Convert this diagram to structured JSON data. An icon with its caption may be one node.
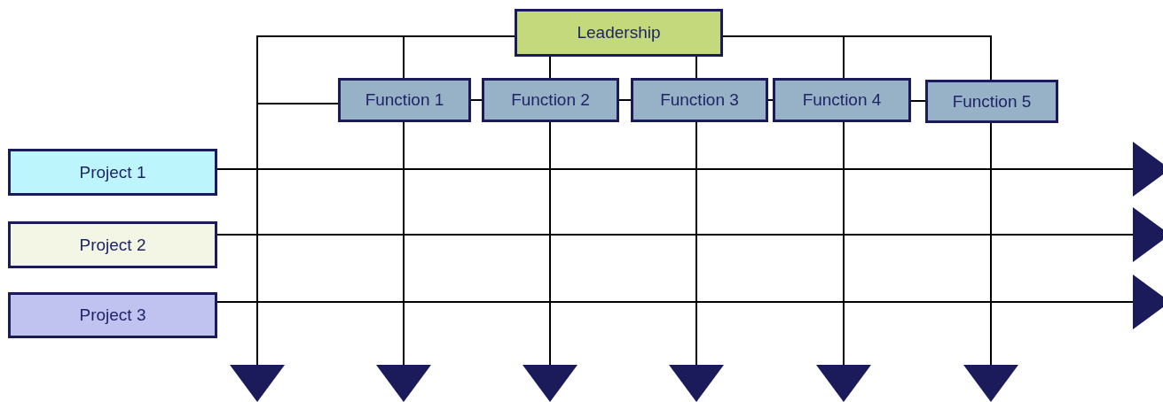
{
  "diagram": {
    "nodes": [
      {
        "text": [
          "Leadership"
        ]
      },
      {
        "text": [
          "Function 1"
        ]
      },
      {
        "text": [
          "Function 2"
        ]
      },
      {
        "text": [
          "Function 3"
        ]
      },
      {
        "text": [
          "Function 4"
        ]
      },
      {
        "text": [
          "Function 5"
        ]
      },
      {
        "text": [
          "Project 1"
        ]
      },
      {
        "text": [
          "Project 2"
        ]
      },
      {
        "text": [
          "Project 3"
        ]
      }
    ],
    "edges": [
      {
        "from": 0,
        "to": 1,
        "arrow": "none"
      },
      {
        "from": 0,
        "to": 2,
        "arrow": "none"
      },
      {
        "from": 0,
        "to": 3,
        "arrow": "none"
      },
      {
        "from": 0,
        "to": 4,
        "arrow": "none"
      },
      {
        "from": 0,
        "to": 5,
        "arrow": "none"
      },
      {
        "from": 0,
        "to": 1,
        "arrow": "none"
      },
      {
        "from": 0,
        "to": null,
        "arrow": "to"
      },
      {
        "from": 1,
        "to": 2,
        "arrow": "none"
      },
      {
        "from": 2,
        "to": 3,
        "arrow": "none"
      },
      {
        "from": 3,
        "to": 4,
        "arrow": "none"
      },
      {
        "from": 4,
        "to": 5,
        "arrow": "none"
      },
      {
        "from": 1,
        "to": null,
        "arrow": "to"
      },
      {
        "from": 2,
        "to": null,
        "arrow": "to"
      },
      {
        "from": 3,
        "to": null,
        "arrow": "to"
      },
      {
        "from": 4,
        "to": null,
        "arrow": "to"
      },
      {
        "from": 5,
        "to": null,
        "arrow": "to"
      },
      {
        "from": 6,
        "to": null,
        "arrow": "to"
      },
      {
        "from": 7,
        "to": null,
        "arrow": "to"
      },
      {
        "from": 8,
        "to": null,
        "arrow": "to"
      }
    ]
  }
}
